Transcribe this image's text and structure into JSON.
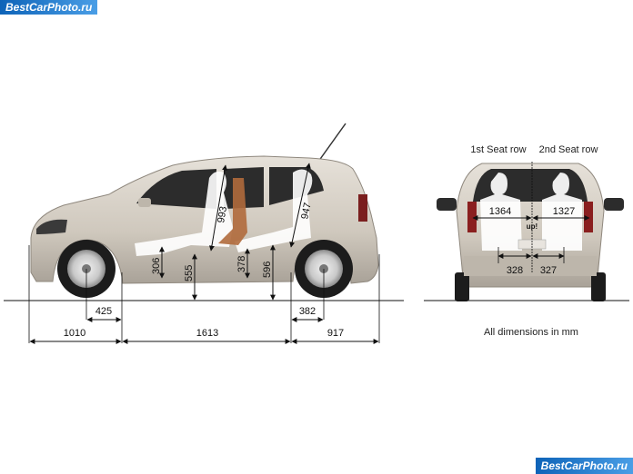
{
  "watermark": {
    "top": "BestCarPhoto.ru",
    "bottom": "BestCarPhoto.ru"
  },
  "side_view": {
    "front_overhang": "1010",
    "wheelbase": "1613",
    "rear_overhang": "917",
    "front_wheel_offset": "425",
    "rear_wheel_offset": "382",
    "front_headroom": "993",
    "rear_headroom": "947",
    "front_seat_height": "306",
    "front_floor_height": "555",
    "rear_seat_height": "378",
    "rear_floor_height": "596"
  },
  "rear_view": {
    "first_row_label": "1st Seat row",
    "second_row_label": "2nd Seat row",
    "first_row_width": "1364",
    "second_row_width": "1327",
    "seat_left": "328",
    "seat_right": "327",
    "badge": "up!"
  },
  "footnote": "All dimensions in mm",
  "colors": {
    "body": "#d2cbc1",
    "glass": "#2a2a2a",
    "tire": "#1c1c1c"
  }
}
